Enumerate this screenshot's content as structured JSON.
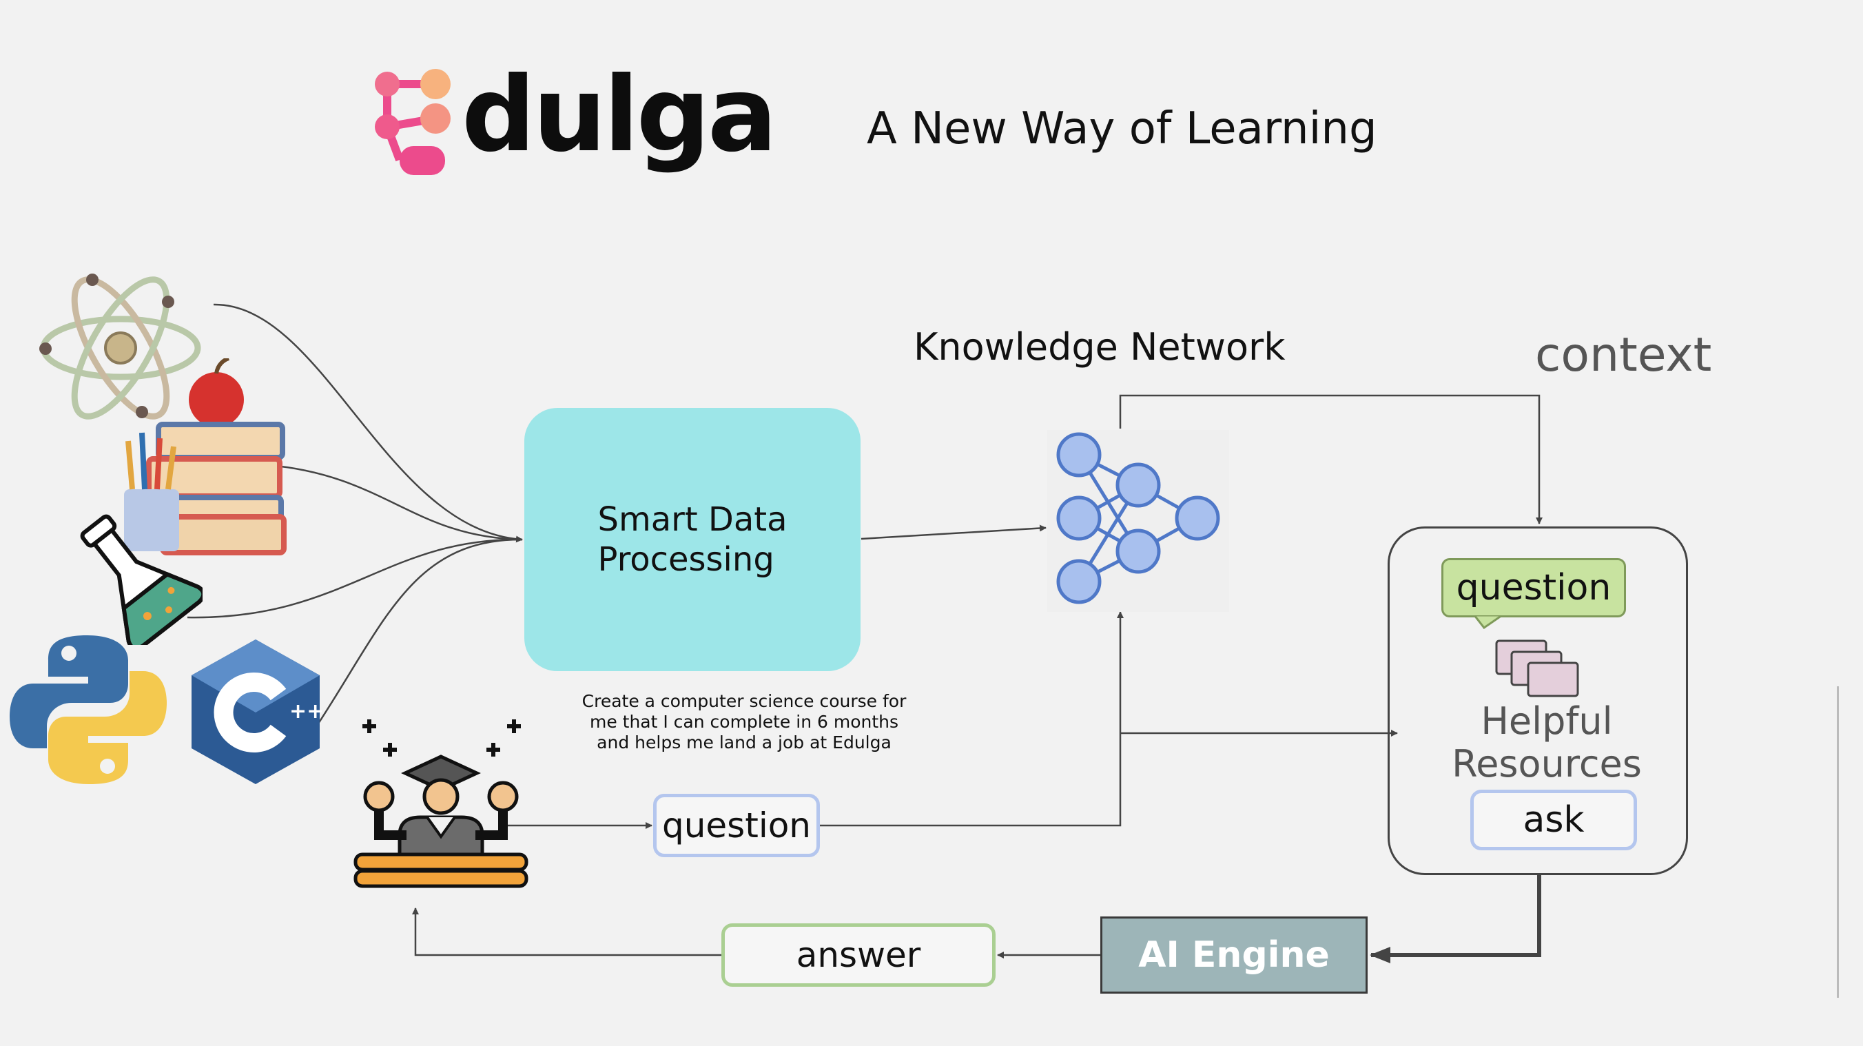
{
  "header": {
    "brand_name": "dulga",
    "tagline": "A New Way of Learning"
  },
  "diagram": {
    "knowledge_network_title": "Knowledge Network",
    "context_title": "context",
    "smart_data_processing_label": "Smart Data\nProcessing",
    "user_prompt": "Create a computer science course for me that I can complete in 6 months and helps me land a job at Edulga",
    "question_label": "question",
    "context_question_label": "question",
    "helpful_resources_label": "Helpful\nResources",
    "ask_label": "ask",
    "ai_engine_label": "AI Engine",
    "answer_label": "answer"
  },
  "icons": [
    "brand-logo-icon",
    "atom-icon",
    "books-icon",
    "flask-icon",
    "python-icon",
    "cpp-icon",
    "student-icon",
    "neural-network-icon",
    "documents-icon"
  ],
  "colors": {
    "background": "#f2f2f2",
    "smart_data_box": "#9de6e8",
    "question_border": "#b4c6ee",
    "answer_border": "#aacf92",
    "bubble_fill": "#c8e3a0",
    "ai_engine_fill": "#9db5b8",
    "logo_pink": "#ec4b8c",
    "logo_peach": "#f7b27e",
    "network_blue": "#4f78c8"
  }
}
